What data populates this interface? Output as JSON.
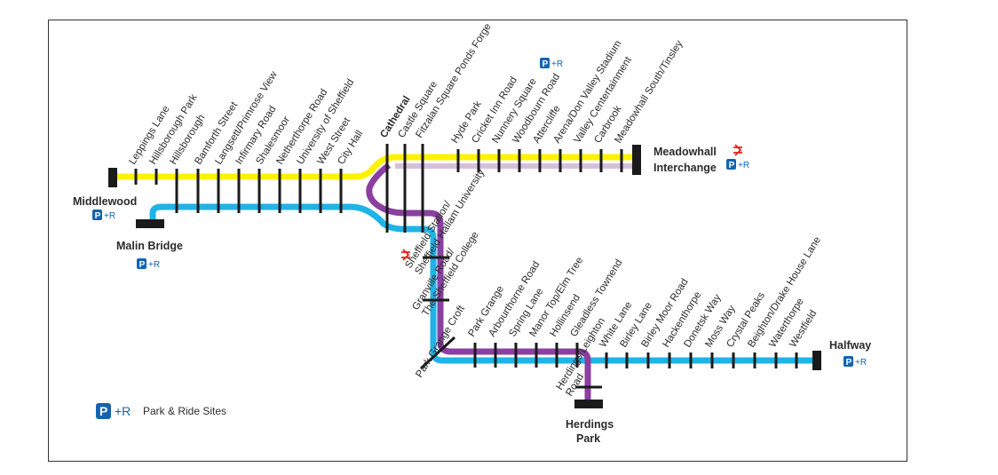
{
  "colors": {
    "yellow_route": "#fff200",
    "blue_route": "#1fb3e8",
    "purple_route": "#8b3fa0",
    "purple_light": "#d7bfdc",
    "tick": "#1a1a1a",
    "park_ride": "#1463b0",
    "rail": "#e2231a"
  },
  "yellow_west_stops": [
    "Leppings Lane",
    "Hillsborough Park",
    "Hillsborough"
  ],
  "shared_west_stops": [
    "Bamforth Street",
    "Langsett/Primrose View",
    "Infirmary Road",
    "Shalesmoor",
    "Netherthorpe Road",
    "University of Sheffield",
    "West Street",
    "City Hall"
  ],
  "centre_stops": [
    "Cathedral",
    "Castle Square",
    "Fitzalan Square Ponds Forge"
  ],
  "east_stops": [
    "Hyde Park",
    "Cricket Inn Road",
    "Nunnery Square",
    "Woodbourn Road",
    "Attercliffe",
    "Arena/Don Valley Stadium",
    "Valley Centertainment",
    "Carbrook",
    "Meadowhall South/Tinsley"
  ],
  "south_stops": [
    "Sheffield Station/\nSheffield Hallam University",
    "Granville Road/\nThe Sheffield College",
    "Park Grange Croft"
  ],
  "purple_south_stops": [
    "Park Grange",
    "Arbourthorne Road",
    "Spring Lane",
    "Manor Top/Elm Tree",
    "Hollinsend",
    "Gleadless Townend"
  ],
  "herdings_stop": "Herdings/Leighton\nRoad",
  "blue_east_stops": [
    "White Lane",
    "Birley Lane",
    "Birley Moor Road",
    "Hackenthorpe",
    "Donetsk Way",
    "Moss Way",
    "Crystal Peaks",
    "Beighton/Drake House Lane",
    "Waterthorpe",
    "Westfield"
  ],
  "termini": {
    "middlewood": "Middlewood",
    "malin_bridge": "Malin Bridge",
    "meadowhall_line1": "Meadowhall",
    "meadowhall_line2": "Interchange",
    "halfway": "Halfway",
    "herdings_line1": "Herdings",
    "herdings_line2": "Park"
  },
  "park_ride": {
    "p": "P",
    "suffix": "+R"
  },
  "legend": {
    "p": "P",
    "suffix": "+R",
    "label": "Park & Ride Sites"
  },
  "icons": {
    "park_ride": "park-and-ride-icon",
    "rail": "national-rail-icon"
  }
}
